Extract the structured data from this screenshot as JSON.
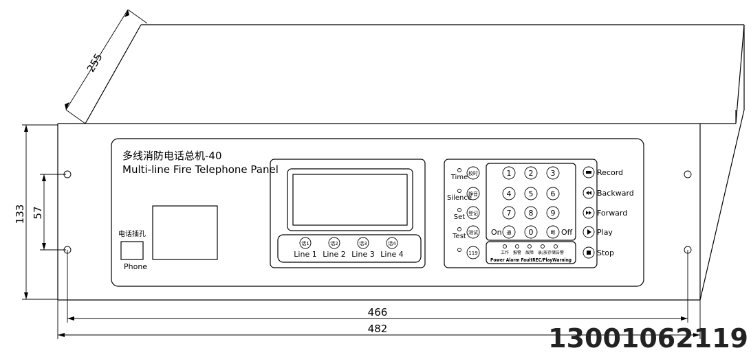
{
  "dimensions": {
    "depth": "255",
    "height": "133",
    "mount_spacing": "57",
    "mount_width": "466",
    "total_width": "482"
  },
  "panel": {
    "title_cn": "多线消防电话总机-40",
    "title_en": "Multi-line Fire Telephone Panel",
    "jack_label_cn": "电话插孔",
    "jack_label_en": "Phone"
  },
  "lines": [
    {
      "button": "话1",
      "label": "Line 1"
    },
    {
      "button": "话2",
      "label": "Line 2"
    },
    {
      "button": "话3",
      "label": "Line 3"
    },
    {
      "button": "话4",
      "label": "Line 4"
    }
  ],
  "functions": [
    {
      "button": "校时",
      "label": "Time"
    },
    {
      "button": "静音",
      "label": "Silence"
    },
    {
      "button": "登记",
      "label": "Set"
    },
    {
      "button": "测试",
      "label": "Test"
    },
    {
      "button": "119",
      "label": ""
    }
  ],
  "keypad": {
    "digits": [
      "1",
      "2",
      "3",
      "4",
      "5",
      "6",
      "7",
      "8",
      "9"
    ],
    "on_label": "On",
    "on_button": "通",
    "zero": "0",
    "off_button": "断",
    "off_label": "Off"
  },
  "indicators": {
    "cn": [
      "工作",
      "报警",
      "故障",
      "录/放",
      "存储告警"
    ],
    "en": "Power Alarm FaultREC/PlayWarning"
  },
  "controls": [
    {
      "icon": "record-icon",
      "label": "Record"
    },
    {
      "icon": "backward-icon",
      "label": "Backward"
    },
    {
      "icon": "forward-icon",
      "label": "Forward"
    },
    {
      "icon": "play-icon",
      "label": "Play"
    },
    {
      "icon": "stop-icon",
      "label": "Stop"
    }
  ],
  "phone_number": "13001062119"
}
